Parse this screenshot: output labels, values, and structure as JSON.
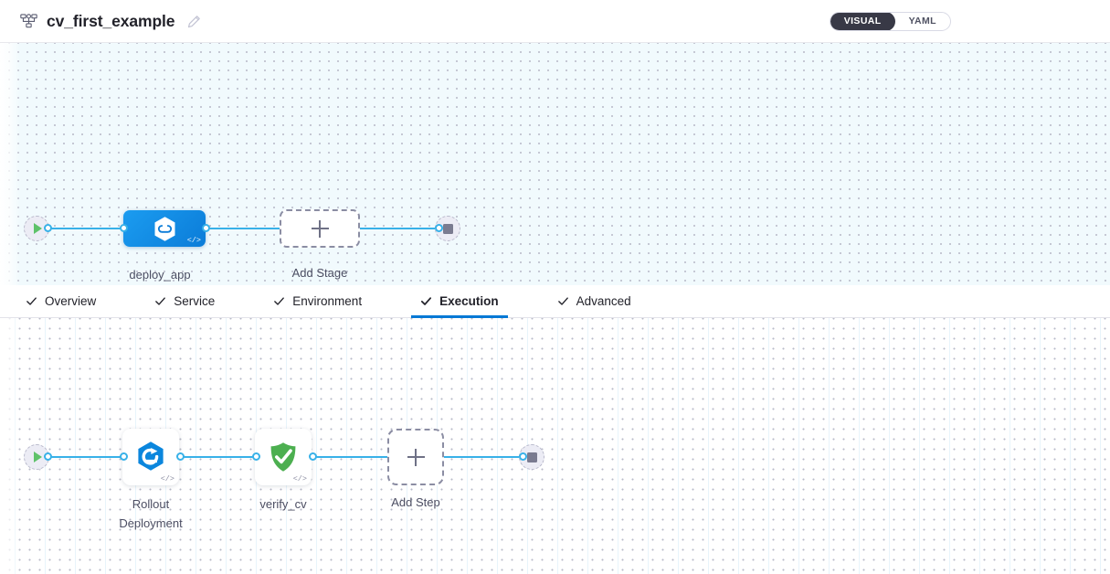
{
  "header": {
    "pipeline_icon": "pipeline-graph-icon",
    "title": "cv_first_example",
    "edit_icon": "edit-pencil-icon",
    "mode_toggle": {
      "options": [
        {
          "label": "VISUAL",
          "active": true
        },
        {
          "label": "YAML",
          "active": false
        }
      ]
    }
  },
  "stage_canvas": {
    "start_node": {
      "name": "pipeline-start",
      "icon": "play-icon"
    },
    "end_node": {
      "name": "pipeline-end",
      "icon": "stop-icon"
    },
    "stages": [
      {
        "label": "deploy_app",
        "icon": "harness-deployment-hexagon-icon",
        "badge": "</>",
        "selected": true
      }
    ],
    "add_stage": {
      "label": "Add Stage",
      "icon": "plus-icon"
    }
  },
  "tabs": [
    {
      "label": "Overview",
      "icon": "check-icon",
      "active": false
    },
    {
      "label": "Service",
      "icon": "check-icon",
      "active": false
    },
    {
      "label": "Environment",
      "icon": "check-icon",
      "active": false
    },
    {
      "label": "Execution",
      "icon": "check-icon",
      "active": true
    },
    {
      "label": "Advanced",
      "icon": "check-icon",
      "active": false
    }
  ],
  "step_canvas": {
    "start_node": {
      "name": "execution-start",
      "icon": "play-icon"
    },
    "end_node": {
      "name": "execution-end",
      "icon": "stop-icon"
    },
    "steps": [
      {
        "label": "Rollout\nDeployment",
        "icon": "k8s-rollout-hexagon-icon",
        "badge": "</>"
      },
      {
        "label": "verify_cv",
        "icon": "green-shield-check-icon",
        "badge": "</>"
      }
    ],
    "add_step": {
      "label": "Add Step",
      "icon": "plus-icon"
    }
  },
  "colors": {
    "accent_blue": "#0278d5",
    "edge_blue": "#38b1e8",
    "stage_blue": "#0b7cd8",
    "verify_green": "#4caf50",
    "toggle_dark": "#383946",
    "stage_canvas_bg": "#f1fafd"
  }
}
